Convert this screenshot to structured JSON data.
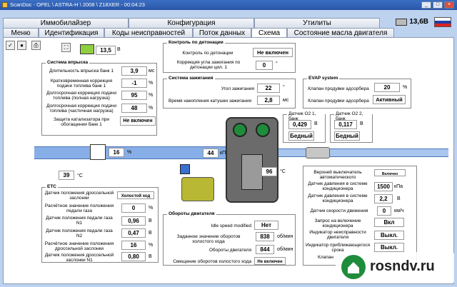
{
  "window": {
    "title": "ScanDoc - OPEL \\ ASTRA-H \\ 2008 \\ Z18XER - 00:04:23"
  },
  "tabs_top": [
    {
      "label": "Иммобилайзер"
    },
    {
      "label": "Конфигурация"
    },
    {
      "label": "Утилиты"
    }
  ],
  "tabs_main": [
    {
      "label": "Меню"
    },
    {
      "label": "Идентификация"
    },
    {
      "label": "Коды неисправностей"
    },
    {
      "label": "Поток данных"
    },
    {
      "label": "Схема"
    },
    {
      "label": "Состояние масла двигателя"
    }
  ],
  "status": {
    "voltage": "13,6В",
    "battery_voltage": "13,5",
    "battery_unit": "В"
  },
  "injection": {
    "title": "Система впрыска",
    "rows": [
      {
        "label": "Длительность впрыска банк 1",
        "value": "3,9",
        "unit": "мс"
      },
      {
        "label": "Кратковременная коррекция подачи топлива банк 1",
        "value": "-1",
        "unit": "%"
      },
      {
        "label": "Долгосрочная коррекция подачи топлива (полная нагрузка)",
        "value": "95",
        "unit": "%"
      },
      {
        "label": "Долгосрочная коррекция подачи топлива (частичная нагрузка)",
        "value": "48",
        "unit": "%"
      },
      {
        "label": "Защита катализатора при обогащении банк 1",
        "value": "Не включен",
        "unit": ""
      }
    ]
  },
  "knock": {
    "title": "Контроль по детонации",
    "rows": [
      {
        "label": "Контроль по детонации",
        "value": "Не включен",
        "unit": ""
      },
      {
        "label": "Коррекция угла зажигания по детонации цил. 1",
        "value": "0",
        "unit": "°"
      }
    ]
  },
  "ignition": {
    "title": "Система зажигания",
    "rows": [
      {
        "label": "Угол зажигания",
        "value": "22",
        "unit": "°"
      },
      {
        "label": "Время накопления катушки зажигания",
        "value": "2,8",
        "unit": "мс"
      }
    ]
  },
  "evap": {
    "title": "EVAP system",
    "rows": [
      {
        "label": "Клапан продувки адсорбера",
        "value": "20",
        "unit": "%"
      },
      {
        "label": "Клапан продувки адсорбера",
        "value": "Активный",
        "unit": ""
      }
    ]
  },
  "o2_1": {
    "label": "Датчик O2 1, банк",
    "value": "0,429",
    "unit": "В",
    "state": "Бедный"
  },
  "o2_2": {
    "label": "Датчик O2 2, банк",
    "value": "0,117",
    "unit": "В",
    "state": "Бедный"
  },
  "intake": {
    "throttle_value": "16",
    "throttle_unit": "%",
    "map_value": "44",
    "map_unit": "кПа",
    "iat_value": "39",
    "iat_unit": "°C",
    "coolant_value": "96",
    "coolant_unit": "°C"
  },
  "etc": {
    "title": "ETC",
    "rows": [
      {
        "label": "Датчик положения дроссельной заслонки",
        "value": "Холостой ход",
        "unit": ""
      },
      {
        "label": "Расчётное значение положения педали газа",
        "value": "0",
        "unit": "%"
      },
      {
        "label": "Датчик положения педали газа N1",
        "value": "0,96",
        "unit": "В"
      },
      {
        "label": "Датчик положения педали газа N2",
        "value": "0,47",
        "unit": "В"
      },
      {
        "label": "Расчётное значение положения дроссельной заслонки",
        "value": "16",
        "unit": "%"
      },
      {
        "label": "Датчик положения дроссельной заслонки N1",
        "value": "0,80",
        "unit": "В"
      }
    ]
  },
  "engine_rpm": {
    "title": "Обороты двигателя",
    "rows": [
      {
        "label": "Idle speed modified",
        "value": "Нет",
        "unit": ""
      },
      {
        "label": "Заданное значение оборотов холостого хода",
        "value": "838",
        "unit": "об/мин"
      },
      {
        "label": "Обороты двигателя",
        "value": "844",
        "unit": "об/мин"
      },
      {
        "label": "Смещение оборотов холостого хода",
        "value": "Не включен",
        "unit": ""
      }
    ]
  },
  "ac": {
    "rows": [
      {
        "label": "Верхний выключатель автоматического",
        "value": "Включен",
        "unit": ""
      },
      {
        "label": "Датчик давления в системе кондиционера",
        "value": "1500",
        "unit": "кПа"
      },
      {
        "label": "Датчик давления в системе кондиционера",
        "value": "2,2",
        "unit": "В"
      },
      {
        "label": "Датчик скорости движения",
        "value": "0",
        "unit": "км/ч"
      },
      {
        "label": "Запрос на включение кондиционера",
        "value": "Вкл",
        "unit": ""
      },
      {
        "label": "Индикатор неисправности двигателя",
        "value": "Выкл.",
        "unit": ""
      },
      {
        "label": "Индикатор приближающегося срока",
        "value": "Выкл.",
        "unit": ""
      },
      {
        "label": "Клапан",
        "value": "",
        "unit": ""
      }
    ]
  },
  "watermark": {
    "text": "rosndv.ru"
  },
  "colors": {
    "accent": "#2a56a8",
    "pipe": "#87aee6",
    "engine": "#6b6b6b",
    "canister": "#b8b834",
    "watermark": "#1f8c3c"
  }
}
